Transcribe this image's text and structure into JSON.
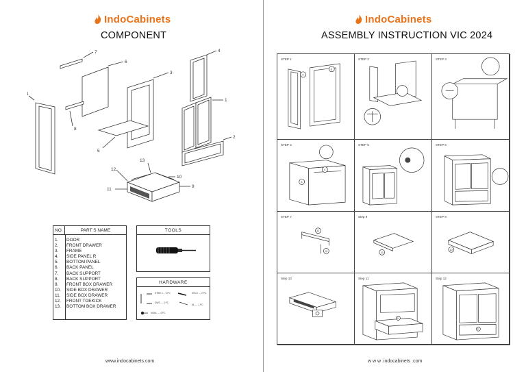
{
  "brand": {
    "name": "IndoCabinets",
    "color": "#e8731a",
    "icon": "flame-logo-icon"
  },
  "left_page": {
    "heading": "COMPONENT",
    "footer": "www.indocabinets.com",
    "callouts": [
      "7",
      "6",
      "4",
      "3",
      "4",
      "1",
      "8",
      "5",
      "2",
      "13",
      "12",
      "10",
      "11",
      "9"
    ],
    "parts_table": {
      "col_no": "NO.",
      "col_name": "PART  S NAME",
      "rows": [
        {
          "no": "1.",
          "name": "DOOR"
        },
        {
          "no": "2.",
          "name": "FRONT DRAWER"
        },
        {
          "no": "3.",
          "name": "FRAME"
        },
        {
          "no": "4.",
          "name": "SIDE PANEL R"
        },
        {
          "no": "5.",
          "name": "BOTTOM PANEL"
        },
        {
          "no": "6.",
          "name": "BACK PANEL"
        },
        {
          "no": "7.",
          "name": "BACK SUPPORT"
        },
        {
          "no": "8.",
          "name": "BACK SUPPORT"
        },
        {
          "no": "9.",
          "name": "FRONT BOX DRAWER"
        },
        {
          "no": "10.",
          "name": "SIDE BOX DRAWER"
        },
        {
          "no": "11.",
          "name": "SIDE BOX DRAWER"
        },
        {
          "no": "12.",
          "name": "FRONT TOEKICK"
        },
        {
          "no": "13.",
          "name": "BOTTOM BOX DRAWER"
        }
      ]
    },
    "tools": {
      "title": "TOOLS",
      "icon": "screwdriver-icon"
    },
    "hardware": {
      "title": "HARDWARE",
      "labels": [
        "STBR 4 -- 3 PC",
        "KRLG --- 2 PC",
        "DWS --- 3 PC",
        "NL --- 1 PC",
        "MSHL --- 4 PC"
      ]
    }
  },
  "right_page": {
    "heading": "ASSEMBLY INSTRUCTION VIC 2024",
    "footer": "w w w .indocabinets      .com",
    "steps": [
      {
        "label": "STEP 1"
      },
      {
        "label": "STEP 2"
      },
      {
        "label": "STEP 3"
      },
      {
        "label": "STEP 4"
      },
      {
        "label": "STEP 5"
      },
      {
        "label": "STEP 6"
      },
      {
        "label": "STEP 7"
      },
      {
        "label": "Step 8"
      },
      {
        "label": "STEP 9"
      },
      {
        "label": "Step 10"
      },
      {
        "label": "Step 11"
      },
      {
        "label": "Step 12"
      }
    ],
    "step_badges": [
      "4",
      "6",
      "3",
      "4",
      "12",
      "13",
      "13",
      "10",
      "9",
      "9"
    ]
  }
}
